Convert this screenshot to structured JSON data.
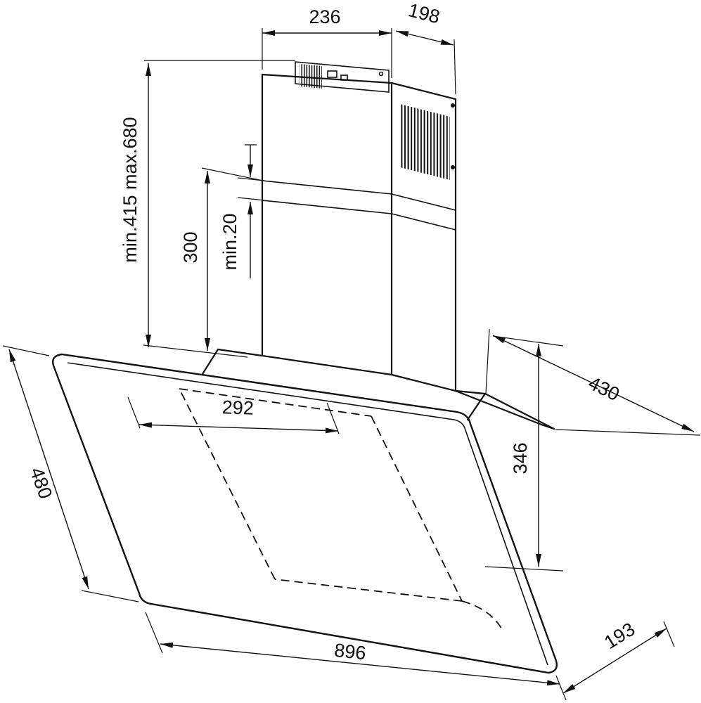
{
  "drawing": {
    "title": "cooker-hood-dimension-drawing",
    "subject": "wall-mounted angled glass cooker hood with telescopic chimney",
    "units": "mm",
    "line_color": "#111111",
    "background_color": "#ffffff",
    "dimensions": {
      "chimney_top_width": "236",
      "chimney_top_depth": "198",
      "chimney_height_range": "min.415 max.680",
      "lower_chimney_height": "300",
      "min_overlap": "min.20",
      "outlet_offset": "292",
      "total_depth": "430",
      "body_rear_height": "346",
      "glass_panel_length": "480",
      "hood_width": "896",
      "bottom_depth": "193"
    }
  }
}
